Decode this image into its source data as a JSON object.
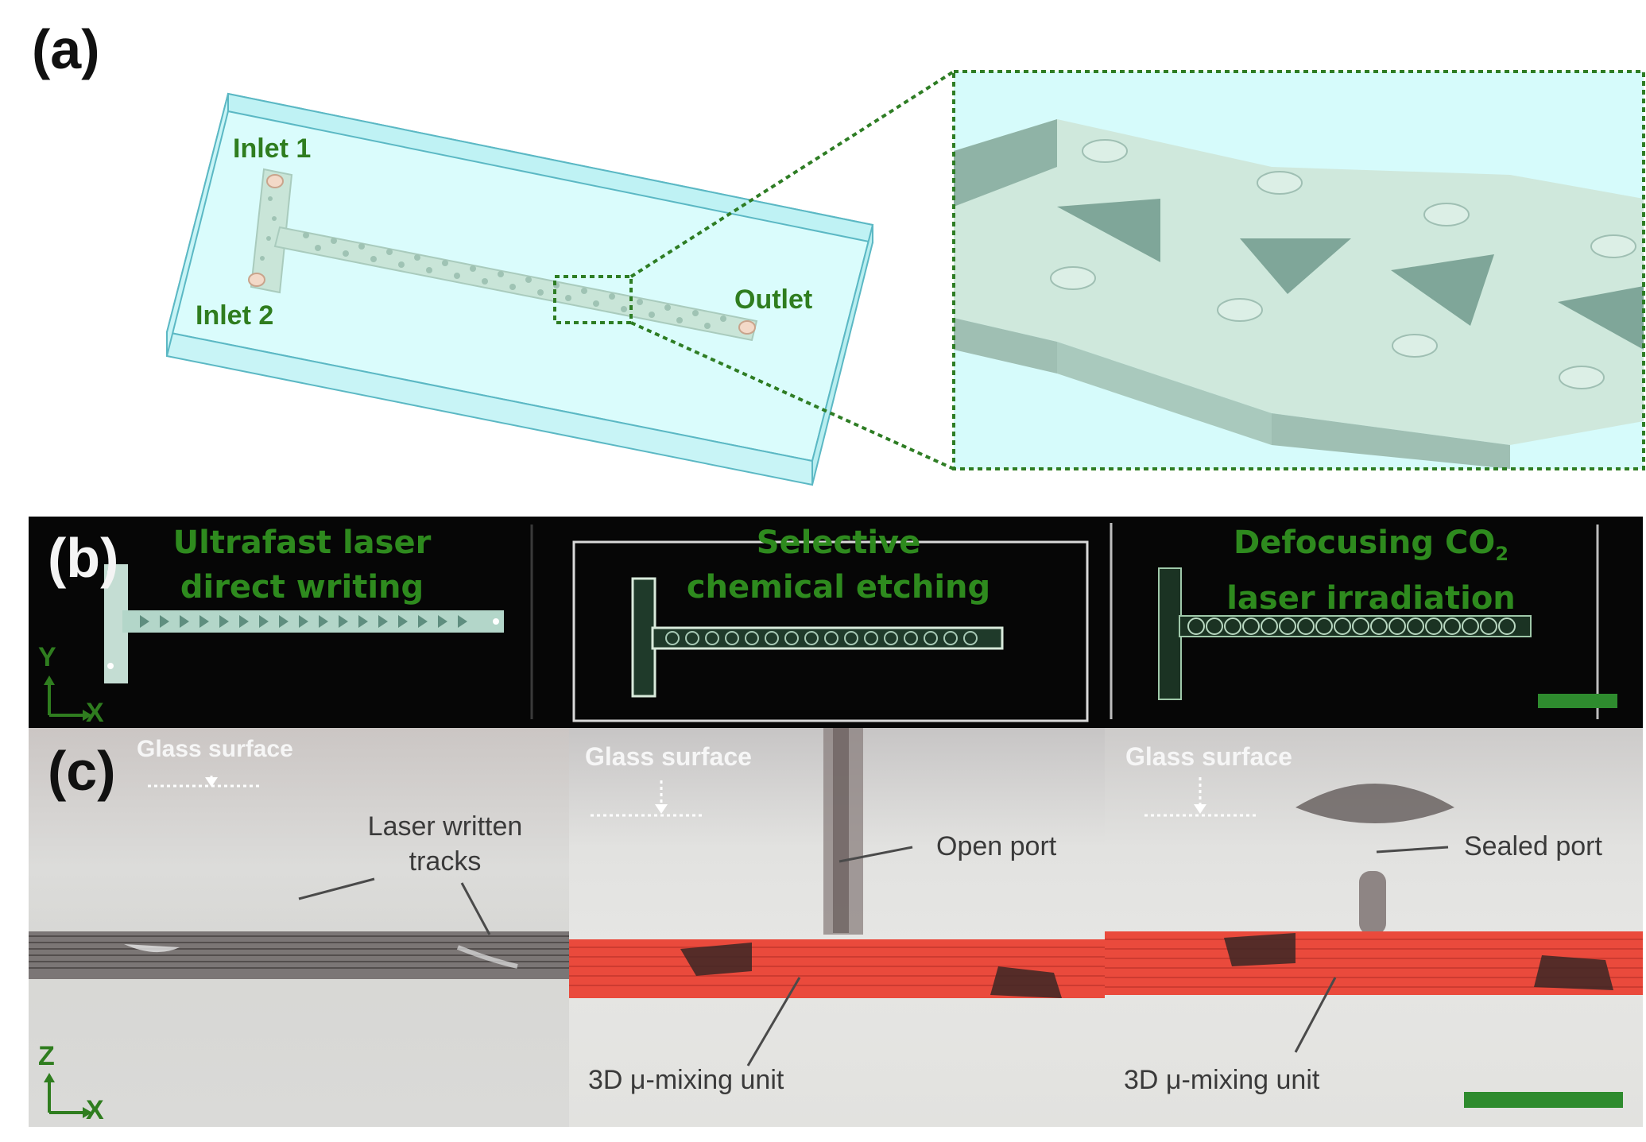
{
  "figure": {
    "panel_a": {
      "label": "(a)",
      "inlet1": "Inlet 1",
      "inlet2": "Inlet 2",
      "outlet": "Outlet"
    },
    "panel_b": {
      "label": "(b)",
      "steps": [
        {
          "line1": "Ultrafast laser",
          "line2": "direct writing"
        },
        {
          "line1": "Selective",
          "line2": "chemical etching"
        },
        {
          "line1": "Defocusing CO",
          "sub": "2",
          "line2": "laser irradiation"
        }
      ],
      "axis_y": "Y",
      "axis_x": "X"
    },
    "panel_c": {
      "label": "(c)",
      "glass_surface": "Glass surface",
      "laser_written_tracks": "Laser written\ntracks",
      "open_port": "Open port",
      "sealed_port": "Sealed port",
      "mixing_unit": "3D μ-mixing unit",
      "axis_z": "Z",
      "axis_x": "X"
    },
    "colors": {
      "label_green": "#2f7d1f",
      "glass_cyan": "#d6fbfb",
      "channel_mint": "#cfe8dc",
      "scale_bar": "#2e8b2e",
      "dye_red": "#e8483a"
    }
  }
}
